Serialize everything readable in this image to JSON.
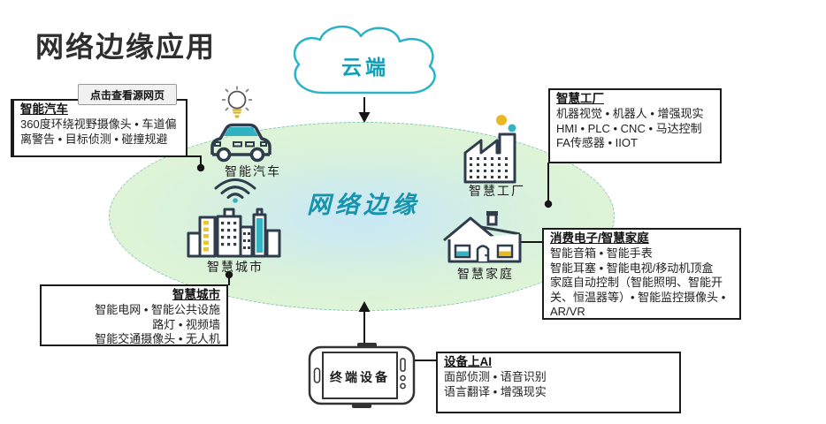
{
  "page": {
    "title": "网络边缘应用",
    "tooltip": "点击查看源网页"
  },
  "cloud": {
    "label": "云端"
  },
  "edge": {
    "label": "网络边缘"
  },
  "nodes": {
    "car": {
      "label": "智能汽车"
    },
    "city": {
      "label": "智慧城市"
    },
    "factory": {
      "label": "智慧工厂"
    },
    "home": {
      "label": "智慧家庭"
    },
    "device": {
      "label": "终端设备"
    }
  },
  "callouts": {
    "car": {
      "title": "智能汽车",
      "lines": [
        "360度环绕视野摄像头 • 车道偏离警告 • 目标侦测 • 碰撞规避"
      ]
    },
    "factory": {
      "title": "智慧工厂",
      "lines": [
        "机器视觉 • 机器人 • 增强现实",
        "HMI • PLC • CNC • 马达控制",
        "FA传感器 • IIOT"
      ]
    },
    "consumer": {
      "title": "消费电子/智慧家庭",
      "lines": [
        "智能音箱 • 智能手表",
        "智能耳塞 • 智能电视/移动机顶盒",
        "家庭自动控制（智能照明、智能开关、恒温器等）• 智能监控摄像头 • AR/VR"
      ]
    },
    "city": {
      "title": "智慧城市",
      "lines": [
        "智能电网 • 智能公共设施",
        "路灯 • 视频墙",
        "智能交通摄像头 • 无人机"
      ]
    },
    "ai": {
      "title": "设备上AI",
      "lines": [
        "面部侦测 • 语音识别",
        "语言翻译 • 增强现实"
      ]
    }
  },
  "colors": {
    "teal": "#14a3ba",
    "edge_text": "#1793ad",
    "icon_dark": "#2e3c4c",
    "accent_yellow": "#e8b820",
    "accent_teal": "#35b4c4"
  }
}
